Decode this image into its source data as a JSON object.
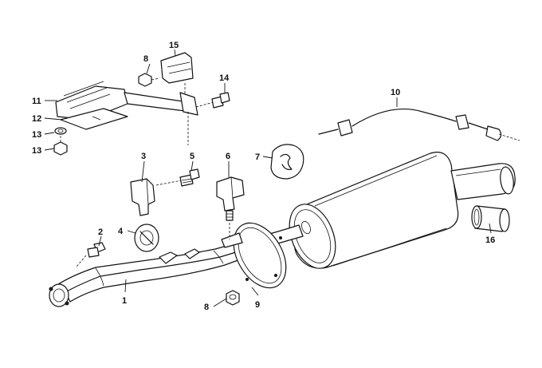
{
  "callouts": [
    {
      "id": "c1",
      "label": "1"
    },
    {
      "id": "c2",
      "label": "2"
    },
    {
      "id": "c3",
      "label": "3"
    },
    {
      "id": "c4",
      "label": "4"
    },
    {
      "id": "c5",
      "label": "5"
    },
    {
      "id": "c6",
      "label": "6"
    },
    {
      "id": "c7",
      "label": "7"
    },
    {
      "id": "c8a",
      "label": "8"
    },
    {
      "id": "c8b",
      "label": "8"
    },
    {
      "id": "c9",
      "label": "9"
    },
    {
      "id": "c10",
      "label": "10"
    },
    {
      "id": "c11",
      "label": "11"
    },
    {
      "id": "c12",
      "label": "12"
    },
    {
      "id": "c13a",
      "label": "13"
    },
    {
      "id": "c13b",
      "label": "13"
    },
    {
      "id": "c14",
      "label": "14"
    },
    {
      "id": "c15",
      "label": "15"
    },
    {
      "id": "c16",
      "label": "16"
    }
  ]
}
